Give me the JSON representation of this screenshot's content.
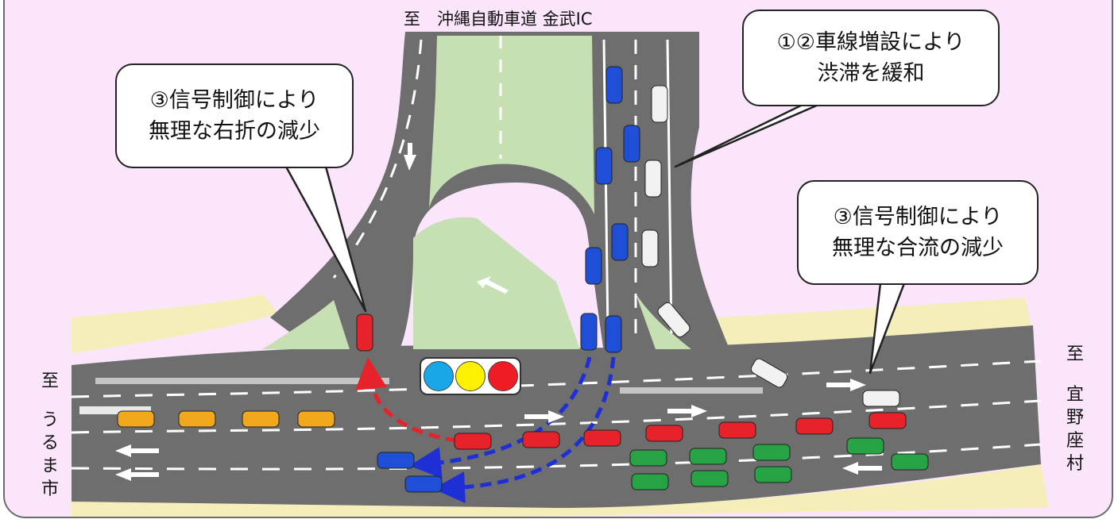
{
  "labels": {
    "north": "至　沖縄自動車道 金武IC",
    "west_to": "至",
    "west_dest": [
      "う",
      "る",
      "ま",
      "市"
    ],
    "east_to": "至",
    "east_dest": [
      "宜",
      "野",
      "座",
      "村"
    ]
  },
  "callouts": {
    "left": [
      "③信号制御により",
      "無理な右折の減少"
    ],
    "top_right": [
      "①②車線増設により",
      "渋滞を緩和"
    ],
    "right": [
      "③信号制御により",
      "無理な合流の減少"
    ]
  },
  "signal": {
    "lamps": [
      {
        "name": "blue",
        "color": "#1aa7e8"
      },
      {
        "name": "yellow",
        "color": "#fff200"
      },
      {
        "name": "red",
        "color": "#ee1c24"
      }
    ]
  },
  "colors": {
    "background": "#fbe5fb",
    "road": "#6e6e6e",
    "grass": "#c6e0b4",
    "sidewalk": "#f5eebb",
    "red_path": "#e8222a",
    "blue_path": "#1f2fd6"
  }
}
